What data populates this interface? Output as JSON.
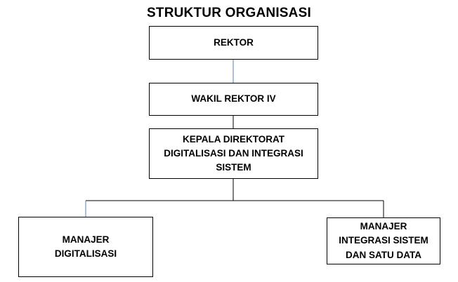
{
  "title": "STRUKTUR ORGANISASI",
  "nodes": {
    "rektor": "REKTOR",
    "wakil_rektor": "WAKIL REKTOR IV",
    "kepala_direktorat": "KEPALA DIREKTORAT\nDIGITALISASI DAN INTEGRASI\nSISTEM",
    "manajer_digitalisasi": "MANAJER\nDIGITALISASI",
    "manajer_integrasi": "MANAJER\nINTEGRASI SISTEM\nDAN SATU DATA"
  },
  "colors": {
    "connector_top": "#5b7db8",
    "connector": "#000000"
  }
}
